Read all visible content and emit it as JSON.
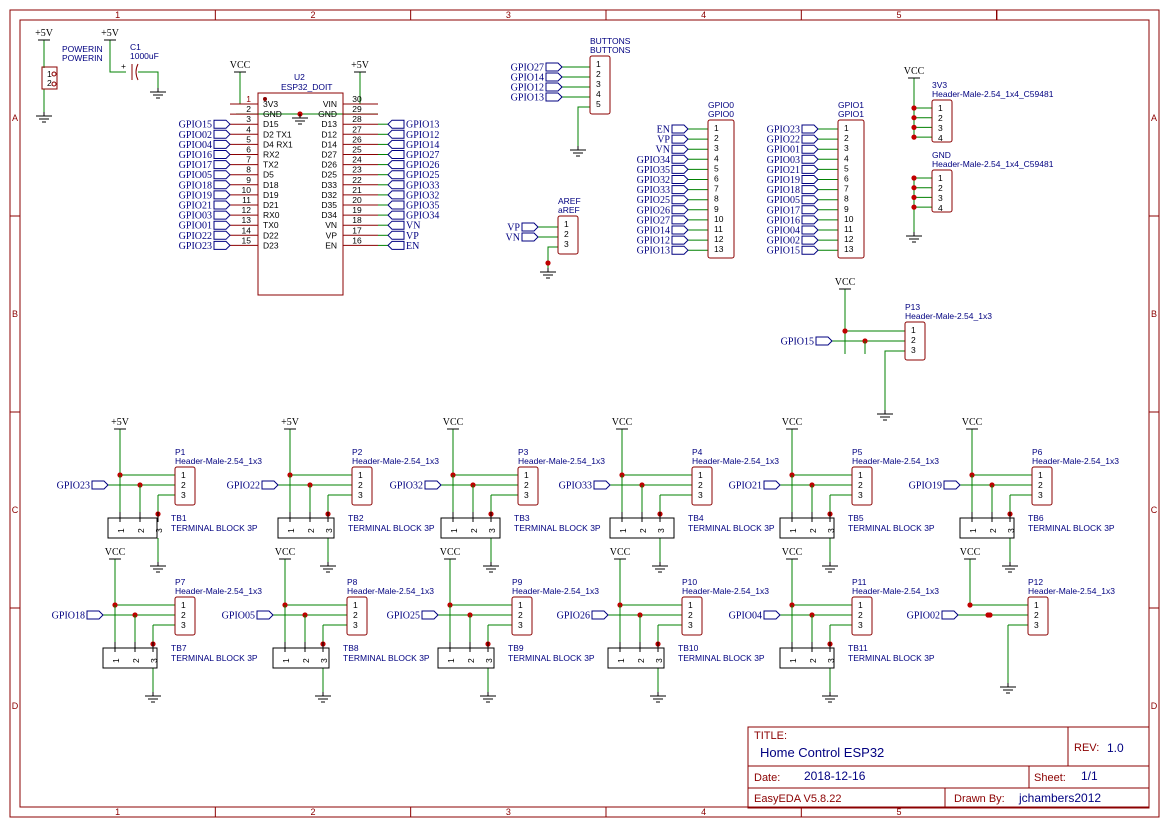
{
  "frame": {
    "columns": [
      "1",
      "2",
      "3",
      "4",
      "5"
    ],
    "rows": [
      "A",
      "B",
      "C",
      "D"
    ]
  },
  "title_block": {
    "title_label": "TITLE:",
    "title": "Home Control ESP32",
    "rev_label": "REV:",
    "rev": "1.0",
    "date_label": "Date:",
    "date": "2018-12-16",
    "sheet_label": "Sheet:",
    "sheet": "1/1",
    "software": "EasyEDA V5.8.22",
    "drawn_label": "Drawn By:",
    "drawn_by": "jchambers2012"
  },
  "power": {
    "plus5v": "+5V",
    "vcc": "VCC",
    "v3v3": "3V3",
    "gnd": "GND"
  },
  "poweri": {
    "ref": "POWERIN",
    "value": "POWERIN",
    "pins": [
      "1",
      "2"
    ]
  },
  "cap": {
    "ref": "C1",
    "value": "1000uF"
  },
  "esp32": {
    "ref": "U2",
    "value": "ESP32_DOIT",
    "left_pins": [
      {
        "num": "1",
        "name": "3V3",
        "net": ""
      },
      {
        "num": "2",
        "name": "GND",
        "net": ""
      },
      {
        "num": "3",
        "name": "D15",
        "net": "GPIO15"
      },
      {
        "num": "4",
        "name": "D2 TX1",
        "net": "GPIO02"
      },
      {
        "num": "5",
        "name": "D4 RX1",
        "net": "GPIO04"
      },
      {
        "num": "6",
        "name": "RX2",
        "net": "GPIO16"
      },
      {
        "num": "7",
        "name": "TX2",
        "net": "GPIO17"
      },
      {
        "num": "8",
        "name": "D5",
        "net": "GPIO05"
      },
      {
        "num": "9",
        "name": "D18",
        "net": "GPIO18"
      },
      {
        "num": "10",
        "name": "D19",
        "net": "GPIO19"
      },
      {
        "num": "11",
        "name": "D21",
        "net": "GPIO21"
      },
      {
        "num": "12",
        "name": "RX0",
        "net": "GPIO03"
      },
      {
        "num": "13",
        "name": "TX0",
        "net": "GPIO01"
      },
      {
        "num": "14",
        "name": "D22",
        "net": "GPIO22"
      },
      {
        "num": "15",
        "name": "D23",
        "net": "GPIO23"
      }
    ],
    "right_pins": [
      {
        "num": "30",
        "name": "VIN",
        "net": ""
      },
      {
        "num": "29",
        "name": "GND",
        "net": ""
      },
      {
        "num": "28",
        "name": "D13",
        "net": "GPIO13"
      },
      {
        "num": "27",
        "name": "D12",
        "net": "GPIO12"
      },
      {
        "num": "26",
        "name": "D14",
        "net": "GPIO14"
      },
      {
        "num": "25",
        "name": "D27",
        "net": "GPIO27"
      },
      {
        "num": "24",
        "name": "D26",
        "net": "GPIO26"
      },
      {
        "num": "23",
        "name": "D25",
        "net": "GPIO25"
      },
      {
        "num": "22",
        "name": "D33",
        "net": "GPIO33"
      },
      {
        "num": "21",
        "name": "D32",
        "net": "GPIO32"
      },
      {
        "num": "20",
        "name": "D35",
        "net": "GPIO35"
      },
      {
        "num": "19",
        "name": "D34",
        "net": "GPIO34"
      },
      {
        "num": "18",
        "name": "VN",
        "net": "VN"
      },
      {
        "num": "17",
        "name": "VP",
        "net": "VP"
      },
      {
        "num": "16",
        "name": "EN",
        "net": "EN"
      }
    ]
  },
  "buttons": {
    "ref": "BUTTONS",
    "value": "BUTTONS",
    "nets": [
      "GPIO27",
      "GPIO14",
      "GPIO12",
      "GPIO13"
    ],
    "pins": [
      "1",
      "2",
      "3",
      "4",
      "5"
    ]
  },
  "aref": {
    "ref": "AREF",
    "value": "aREF",
    "nets": [
      "VP",
      "VN"
    ],
    "pins": [
      "1",
      "2",
      "3"
    ]
  },
  "gpio0": {
    "ref": "GPIO0",
    "value": "GPIO0",
    "nets": [
      "EN",
      "VP",
      "VN",
      "GPIO34",
      "GPIO35",
      "GPIO32",
      "GPIO33",
      "GPIO25",
      "GPIO26",
      "GPIO27",
      "GPIO14",
      "GPIO12",
      "GPIO13"
    ],
    "pins": [
      "1",
      "2",
      "3",
      "4",
      "5",
      "6",
      "7",
      "8",
      "9",
      "10",
      "11",
      "12",
      "13"
    ]
  },
  "gpio1": {
    "ref": "GPIO1",
    "value": "GPIO1",
    "nets": [
      "GPIO23",
      "GPIO22",
      "GPIO01",
      "GPIO03",
      "GPIO21",
      "GPIO19",
      "GPIO18",
      "GPIO05",
      "GPIO17",
      "GPIO16",
      "GPIO04",
      "GPIO02",
      "GPIO15"
    ],
    "pins": [
      "1",
      "2",
      "3",
      "4",
      "5",
      "6",
      "7",
      "8",
      "9",
      "10",
      "11",
      "12",
      "13"
    ]
  },
  "hdr3v3": {
    "ref": "3V3",
    "value": "Header-Male-2.54_1x4_C59481",
    "pins": [
      "1",
      "2",
      "3",
      "4"
    ]
  },
  "hdrgnd": {
    "ref": "GND",
    "value": "Header-Male-2.54_1x4_C59481",
    "pins": [
      "1",
      "2",
      "3",
      "4"
    ]
  },
  "p13": {
    "ref": "P13",
    "value": "Header-Male-2.54_1x3",
    "net": "GPIO15",
    "power": "VCC",
    "pins": [
      "1",
      "2",
      "3"
    ]
  },
  "terminal_value": "TERMINAL BLOCK 3P",
  "header_value": "Header-Male-2.54_1x3",
  "pin3": [
    "1",
    "2",
    "3"
  ],
  "modules": [
    {
      "p": "P1",
      "tb": "TB1",
      "net": "GPIO23",
      "power": "+5V"
    },
    {
      "p": "P2",
      "tb": "TB2",
      "net": "GPIO22",
      "power": "+5V"
    },
    {
      "p": "P3",
      "tb": "TB3",
      "net": "GPIO32",
      "power": "VCC"
    },
    {
      "p": "P4",
      "tb": "TB4",
      "net": "GPIO33",
      "power": "VCC"
    },
    {
      "p": "P5",
      "tb": "TB5",
      "net": "GPIO21",
      "power": "VCC"
    },
    {
      "p": "P6",
      "tb": "TB6",
      "net": "GPIO19",
      "power": "VCC"
    },
    {
      "p": "P7",
      "tb": "TB7",
      "net": "GPIO18",
      "power": "VCC"
    },
    {
      "p": "P8",
      "tb": "TB8",
      "net": "GPIO05",
      "power": "VCC"
    },
    {
      "p": "P9",
      "tb": "TB9",
      "net": "GPIO25",
      "power": "VCC"
    },
    {
      "p": "P10",
      "tb": "TB10",
      "net": "GPIO26",
      "power": "VCC"
    },
    {
      "p": "P11",
      "tb": "TB11",
      "net": "GPIO04",
      "power": "VCC"
    },
    {
      "p": "P12",
      "tb": "",
      "net": "GPIO02",
      "power": "VCC"
    }
  ]
}
